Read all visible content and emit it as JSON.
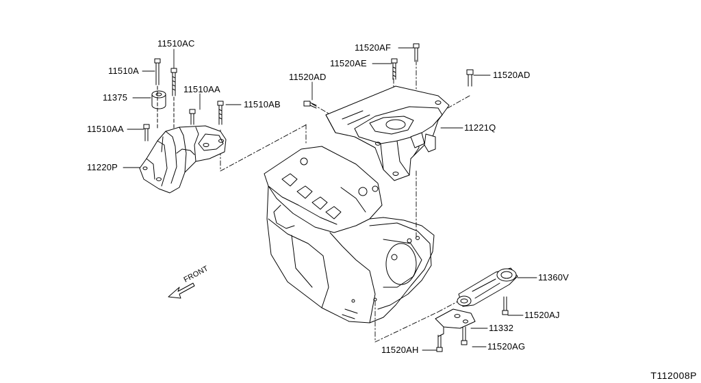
{
  "diagram": {
    "part_labels": {
      "p11510AC": "11510AC",
      "p11510A": "11510A",
      "p11375": "11375",
      "p11510AA_1": "11510AA",
      "p11510AB": "11510AB",
      "p11510AA_2": "11510AA",
      "p11220P": "11220P",
      "p11520AF": "11520AF",
      "p11520AE": "11520AE",
      "p11520AD_1": "11520AD",
      "p11520AD_2": "11520AD",
      "p11221Q": "11221Q",
      "p11360V": "11360V",
      "p11520AJ": "11520AJ",
      "p11332": "11332",
      "p11520AG": "11520AG",
      "p11520AH": "11520AH"
    },
    "front_marker": "FRONT",
    "page_id": "T112008P"
  }
}
